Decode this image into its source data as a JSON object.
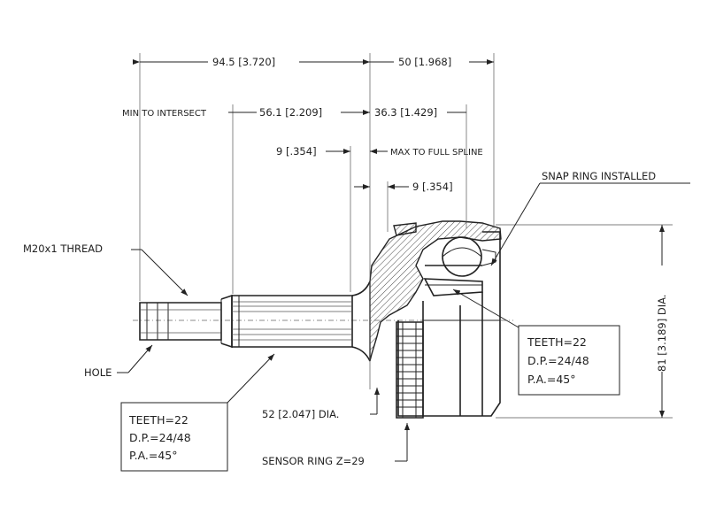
{
  "dimensions": {
    "overall_length": "94.5 [3.720]",
    "bell_length": "50 [1.968]",
    "min_to_intersect_label": "MIN TO INTERSECT",
    "min_to_intersect_value": "56.1 [2.209]",
    "max_to_full_spline_value": "36.3 [1.429]",
    "max_to_full_spline_label": "MAX TO FULL SPLINE",
    "gap_left": "9 [.354]",
    "gap_right": "9 [.354]",
    "outer_dia": "81 [3.189] DIA.",
    "seat_dia": "52 [2.047] DIA."
  },
  "callouts": {
    "thread": "M20x1 THREAD",
    "hole": "HOLE",
    "snap_ring": "SNAP RING INSTALLED",
    "sensor_ring": "SENSOR RING Z=29"
  },
  "spec_box_left": {
    "teeth": "TEETH=22",
    "dp": "D.P.=24/48",
    "pa": "P.A.=45°"
  },
  "spec_box_right": {
    "teeth": "TEETH=22",
    "dp": "D.P.=24/48",
    "pa": "P.A.=45°"
  }
}
